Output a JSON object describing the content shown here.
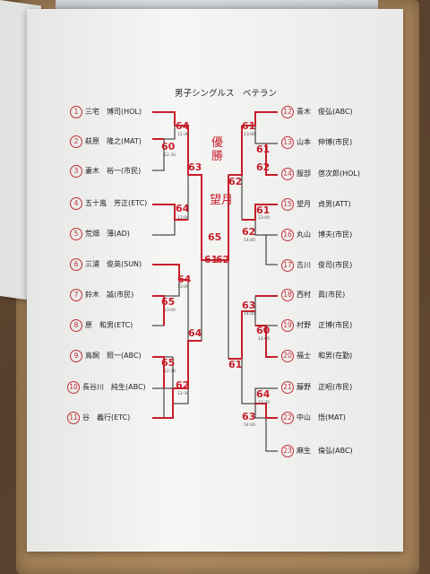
{
  "title": "男子シングルス　ベテラン",
  "left_players": [
    {
      "num": "1",
      "name": "三宅　博司(HOL)"
    },
    {
      "num": "2",
      "name": "萩原　隆之(MAT)"
    },
    {
      "num": "3",
      "name": "妻木　裕一(市民)"
    },
    {
      "num": "4",
      "name": "五十嵐　芳正(ETC)"
    },
    {
      "num": "5",
      "name": "荒畑　薄(AD)"
    },
    {
      "num": "6",
      "name": "三浦　俊英(SUN)"
    },
    {
      "num": "7",
      "name": "鈴木　誠(市民)"
    },
    {
      "num": "8",
      "name": "原　和男(ETC)"
    },
    {
      "num": "9",
      "name": "鳥飼　照一(ABC)"
    },
    {
      "num": "10",
      "name": "長谷川　純生(ABC)"
    },
    {
      "num": "11",
      "name": "谷　義行(ETC)"
    }
  ],
  "right_players": [
    {
      "num": "12",
      "name": "青木　俊弘(ABC)"
    },
    {
      "num": "13",
      "name": "山本　伸博(市民)"
    },
    {
      "num": "14",
      "name": "服部　啓次郎(HOL)"
    },
    {
      "num": "15",
      "name": "望月　貞男(ATT)"
    },
    {
      "num": "16",
      "name": "丸山　博夫(市民)"
    },
    {
      "num": "17",
      "name": "吉川　俊司(市民)"
    },
    {
      "num": "18",
      "name": "西村　眞(市民)"
    },
    {
      "num": "19",
      "name": "村野　正博(市民)"
    },
    {
      "num": "20",
      "name": "福士　和男(在勤)"
    },
    {
      "num": "21",
      "name": "藤野　正昭(市民)"
    },
    {
      "num": "22",
      "name": "中山　悟(MAT)"
    },
    {
      "num": "23",
      "name": "麻生　倫弘(ABC)"
    }
  ],
  "scores": [
    {
      "text": "64"
    },
    {
      "text": "60"
    },
    {
      "text": "63"
    },
    {
      "text": "64"
    },
    {
      "text": "64"
    },
    {
      "text": "65"
    },
    {
      "text": "64"
    },
    {
      "text": "65"
    },
    {
      "text": "62"
    },
    {
      "text": "61"
    },
    {
      "text": "62"
    },
    {
      "text": "61"
    },
    {
      "text": "65"
    },
    {
      "text": "62"
    },
    {
      "text": "61"
    },
    {
      "text": "62"
    },
    {
      "text": "61"
    },
    {
      "text": "62"
    },
    {
      "text": "63"
    },
    {
      "text": "60"
    },
    {
      "text": "61"
    },
    {
      "text": "64"
    },
    {
      "text": "63"
    }
  ],
  "times": [
    {
      "text": "12:30"
    },
    {
      "text": "12:30"
    },
    {
      "text": "13:00"
    },
    {
      "text": "13:00"
    },
    {
      "text": "13:00"
    },
    {
      "text": "12:30"
    },
    {
      "text": "12:30"
    },
    {
      "text": "13:00"
    },
    {
      "text": "13:00"
    },
    {
      "text": "14:00"
    },
    {
      "text": "14:00"
    },
    {
      "text": "14:00"
    },
    {
      "text": "12:30"
    },
    {
      "text": "14:00"
    }
  ],
  "handwriting": {
    "champion_label": "優勝",
    "champion_name": "望月"
  },
  "colors": {
    "ink_red": "#c81f2c",
    "line_black": "#222222"
  }
}
